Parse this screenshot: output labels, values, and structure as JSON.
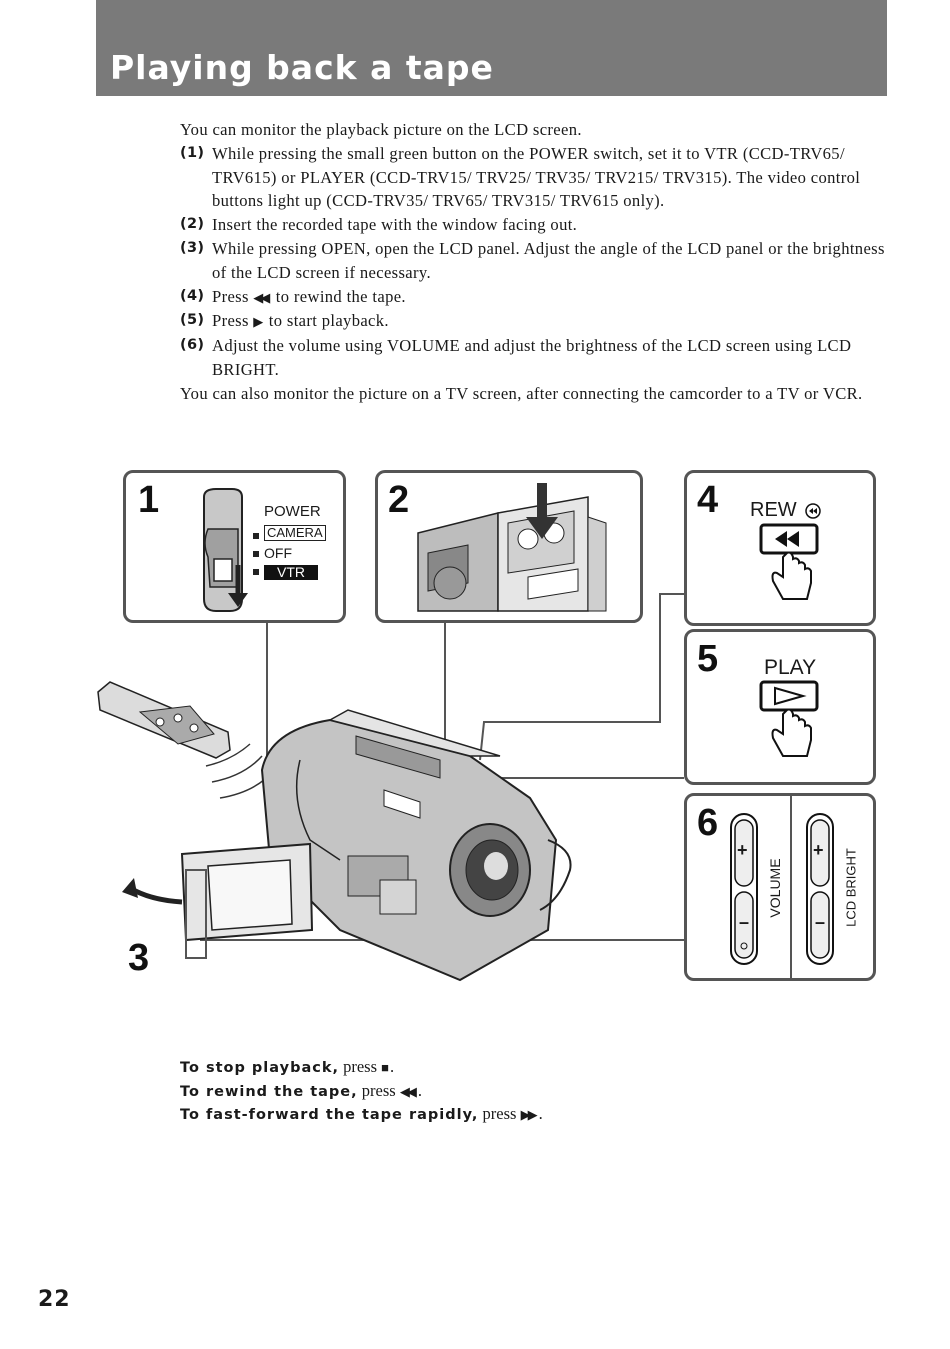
{
  "page_title": "Playing back a tape",
  "intro": "You can monitor the playback picture on the LCD screen.",
  "steps": [
    {
      "num": "(1)",
      "text": "While pressing the small green button on the POWER switch, set it to VTR (CCD-TRV65/ TRV615) or PLAYER (CCD-TRV15/ TRV25/ TRV35/ TRV215/ TRV315). The video control buttons light up (CCD-TRV35/ TRV65/ TRV315/ TRV615 only)."
    },
    {
      "num": "(2)",
      "text": "Insert the recorded tape with the window facing out."
    },
    {
      "num": "(3)",
      "text": "While pressing OPEN, open the LCD panel. Adjust the angle of the LCD panel or the brightness of the LCD screen if necessary."
    },
    {
      "num": "(4)",
      "text_before": "Press",
      "symbol": "◀◀",
      "text_after": "to rewind the tape."
    },
    {
      "num": "(5)",
      "text_before": "Press",
      "symbol": "▶",
      "text_after": "to start playback."
    },
    {
      "num": "(6)",
      "text": "Adjust the volume using VOLUME and adjust the brightness of the LCD screen using LCD BRIGHT."
    }
  ],
  "outro": "You can also monitor the picture on a TV screen, after connecting the camcorder to a TV or VCR.",
  "illustration": {
    "panel_labels": {
      "p1": "1",
      "p2": "2",
      "p3": "3",
      "p4": "4",
      "p5": "5",
      "p6": "6"
    },
    "power": {
      "title": "POWER",
      "options": [
        "CAMERA",
        "OFF",
        "VTR"
      ]
    },
    "rew_label": "REW",
    "play_label": "PLAY",
    "volume_label": "VOLUME",
    "lcd_bright_label": "LCD BRIGHT",
    "plus": "+",
    "minus": "–"
  },
  "notes": [
    {
      "bold": "To stop playback,",
      "text": "press",
      "symbol": "■",
      "end": "."
    },
    {
      "bold": "To rewind the tape,",
      "text": "press",
      "symbol": "◀◀",
      "end": "."
    },
    {
      "bold": "To fast-forward the tape rapidly,",
      "text": "press",
      "symbol": "▶▶",
      "end": "."
    }
  ],
  "page_number": "22"
}
